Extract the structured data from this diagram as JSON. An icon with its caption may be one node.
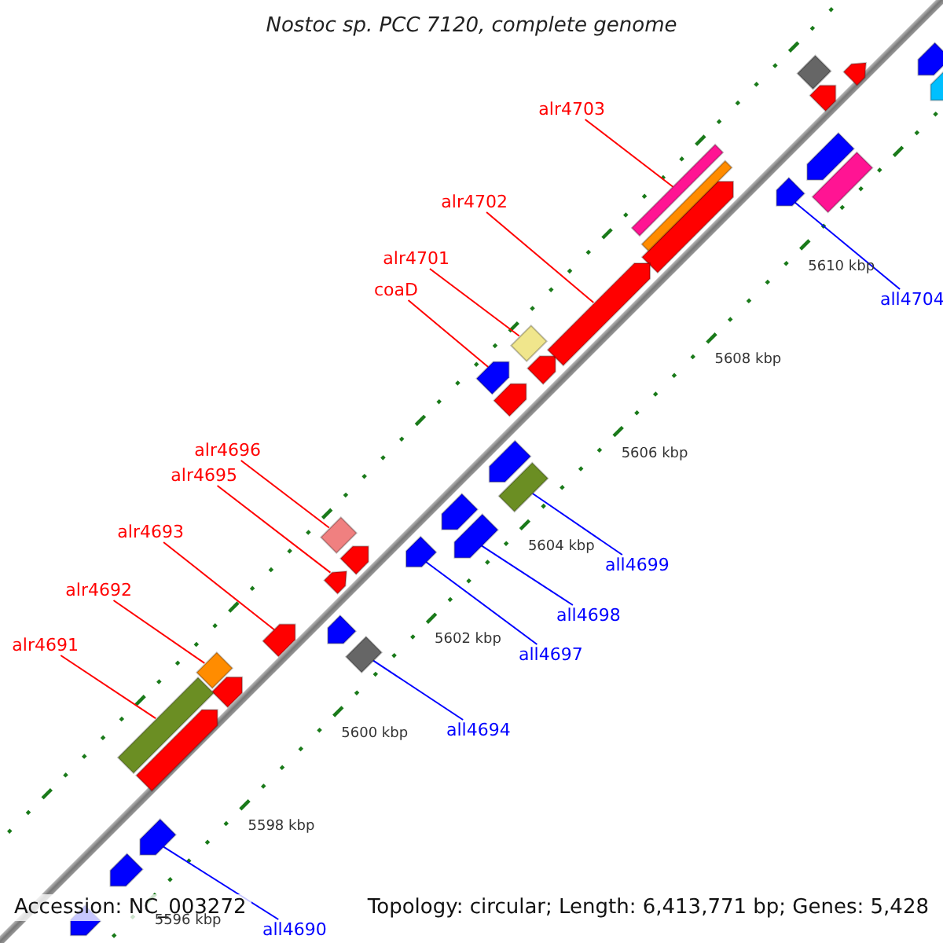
{
  "diagram": {
    "title": "Nostoc sp. PCC 7120, complete genome",
    "nodes": [
      {
        "text": [
          "alr4703"
        ]
      },
      {
        "text": [],
        "shape": "bar"
      },
      {
        "text": [
          "alr4702"
        ]
      },
      {
        "text": [],
        "shape": "bar"
      },
      {
        "text": [
          "alr4701"
        ]
      },
      {
        "text": [],
        "shape": "bar"
      },
      {
        "text": [
          "coaD"
        ]
      },
      {
        "text": [],
        "shape": "bar"
      },
      {
        "text": [
          "all4704"
        ]
      },
      {
        "text": [],
        "shape": "bar"
      },
      {
        "text": [
          "alr4696"
        ]
      },
      {
        "text": [],
        "shape": "bar"
      },
      {
        "text": [
          "alr4695"
        ]
      },
      {
        "text": [],
        "shape": "bar"
      },
      {
        "text": [
          "alr4693"
        ]
      },
      {
        "text": [],
        "shape": "bar"
      },
      {
        "text": [
          "all4699"
        ]
      },
      {
        "text": [],
        "shape": "bar"
      },
      {
        "text": [
          "alr4692"
        ]
      },
      {
        "text": [],
        "shape": "bar"
      },
      {
        "text": [
          "all4698"
        ]
      },
      {
        "text": [],
        "shape": "bar"
      },
      {
        "text": [
          "alr4691"
        ]
      },
      {
        "text": [],
        "shape": "bar"
      },
      {
        "text": [
          "all4697"
        ]
      },
      {
        "text": [],
        "shape": "bar"
      },
      {
        "text": [
          "all4694"
        ]
      },
      {
        "text": [],
        "shape": "bar"
      },
      {
        "text": [
          "all4690"
        ]
      },
      {
        "text": [],
        "shape": "bar"
      }
    ],
    "edges": [
      {
        "from": 0,
        "to": 1,
        "arrow": "none"
      },
      {
        "from": 2,
        "to": 3,
        "arrow": "none"
      },
      {
        "from": 4,
        "to": 5,
        "arrow": "none"
      },
      {
        "from": 6,
        "to": 7,
        "arrow": "none"
      },
      {
        "from": 8,
        "to": 9,
        "arrow": "none",
        "color": "#0000ff"
      },
      {
        "from": 10,
        "to": 11,
        "arrow": "none"
      },
      {
        "from": 12,
        "to": 13,
        "arrow": "none"
      },
      {
        "from": 14,
        "to": 15,
        "arrow": "none"
      },
      {
        "from": 16,
        "to": 17,
        "arrow": "none",
        "color": "#0000ff"
      },
      {
        "from": 18,
        "to": 19,
        "arrow": "none"
      },
      {
        "from": 20,
        "to": 21,
        "arrow": "none",
        "color": "#0000ff"
      },
      {
        "from": 22,
        "to": 23,
        "arrow": "none"
      },
      {
        "from": 24,
        "to": 25,
        "arrow": "none",
        "color": "#0000ff"
      },
      {
        "from": 26,
        "to": 27,
        "arrow": "none",
        "color": "#0000ff"
      },
      {
        "from": 28,
        "to": 29,
        "arrow": "none",
        "color": "#0000ff"
      }
    ],
    "labels": [
      "5610 kbp",
      "5608 kbp",
      "5606 kbp",
      "5604 kbp",
      "5602 kbp",
      "5600 kbp",
      "5598 kbp",
      "5596 kbp",
      "Accession: NC_003272",
      "Topology: circular; Length: 6,413,771 bp; Genes: 5,428"
    ]
  }
}
